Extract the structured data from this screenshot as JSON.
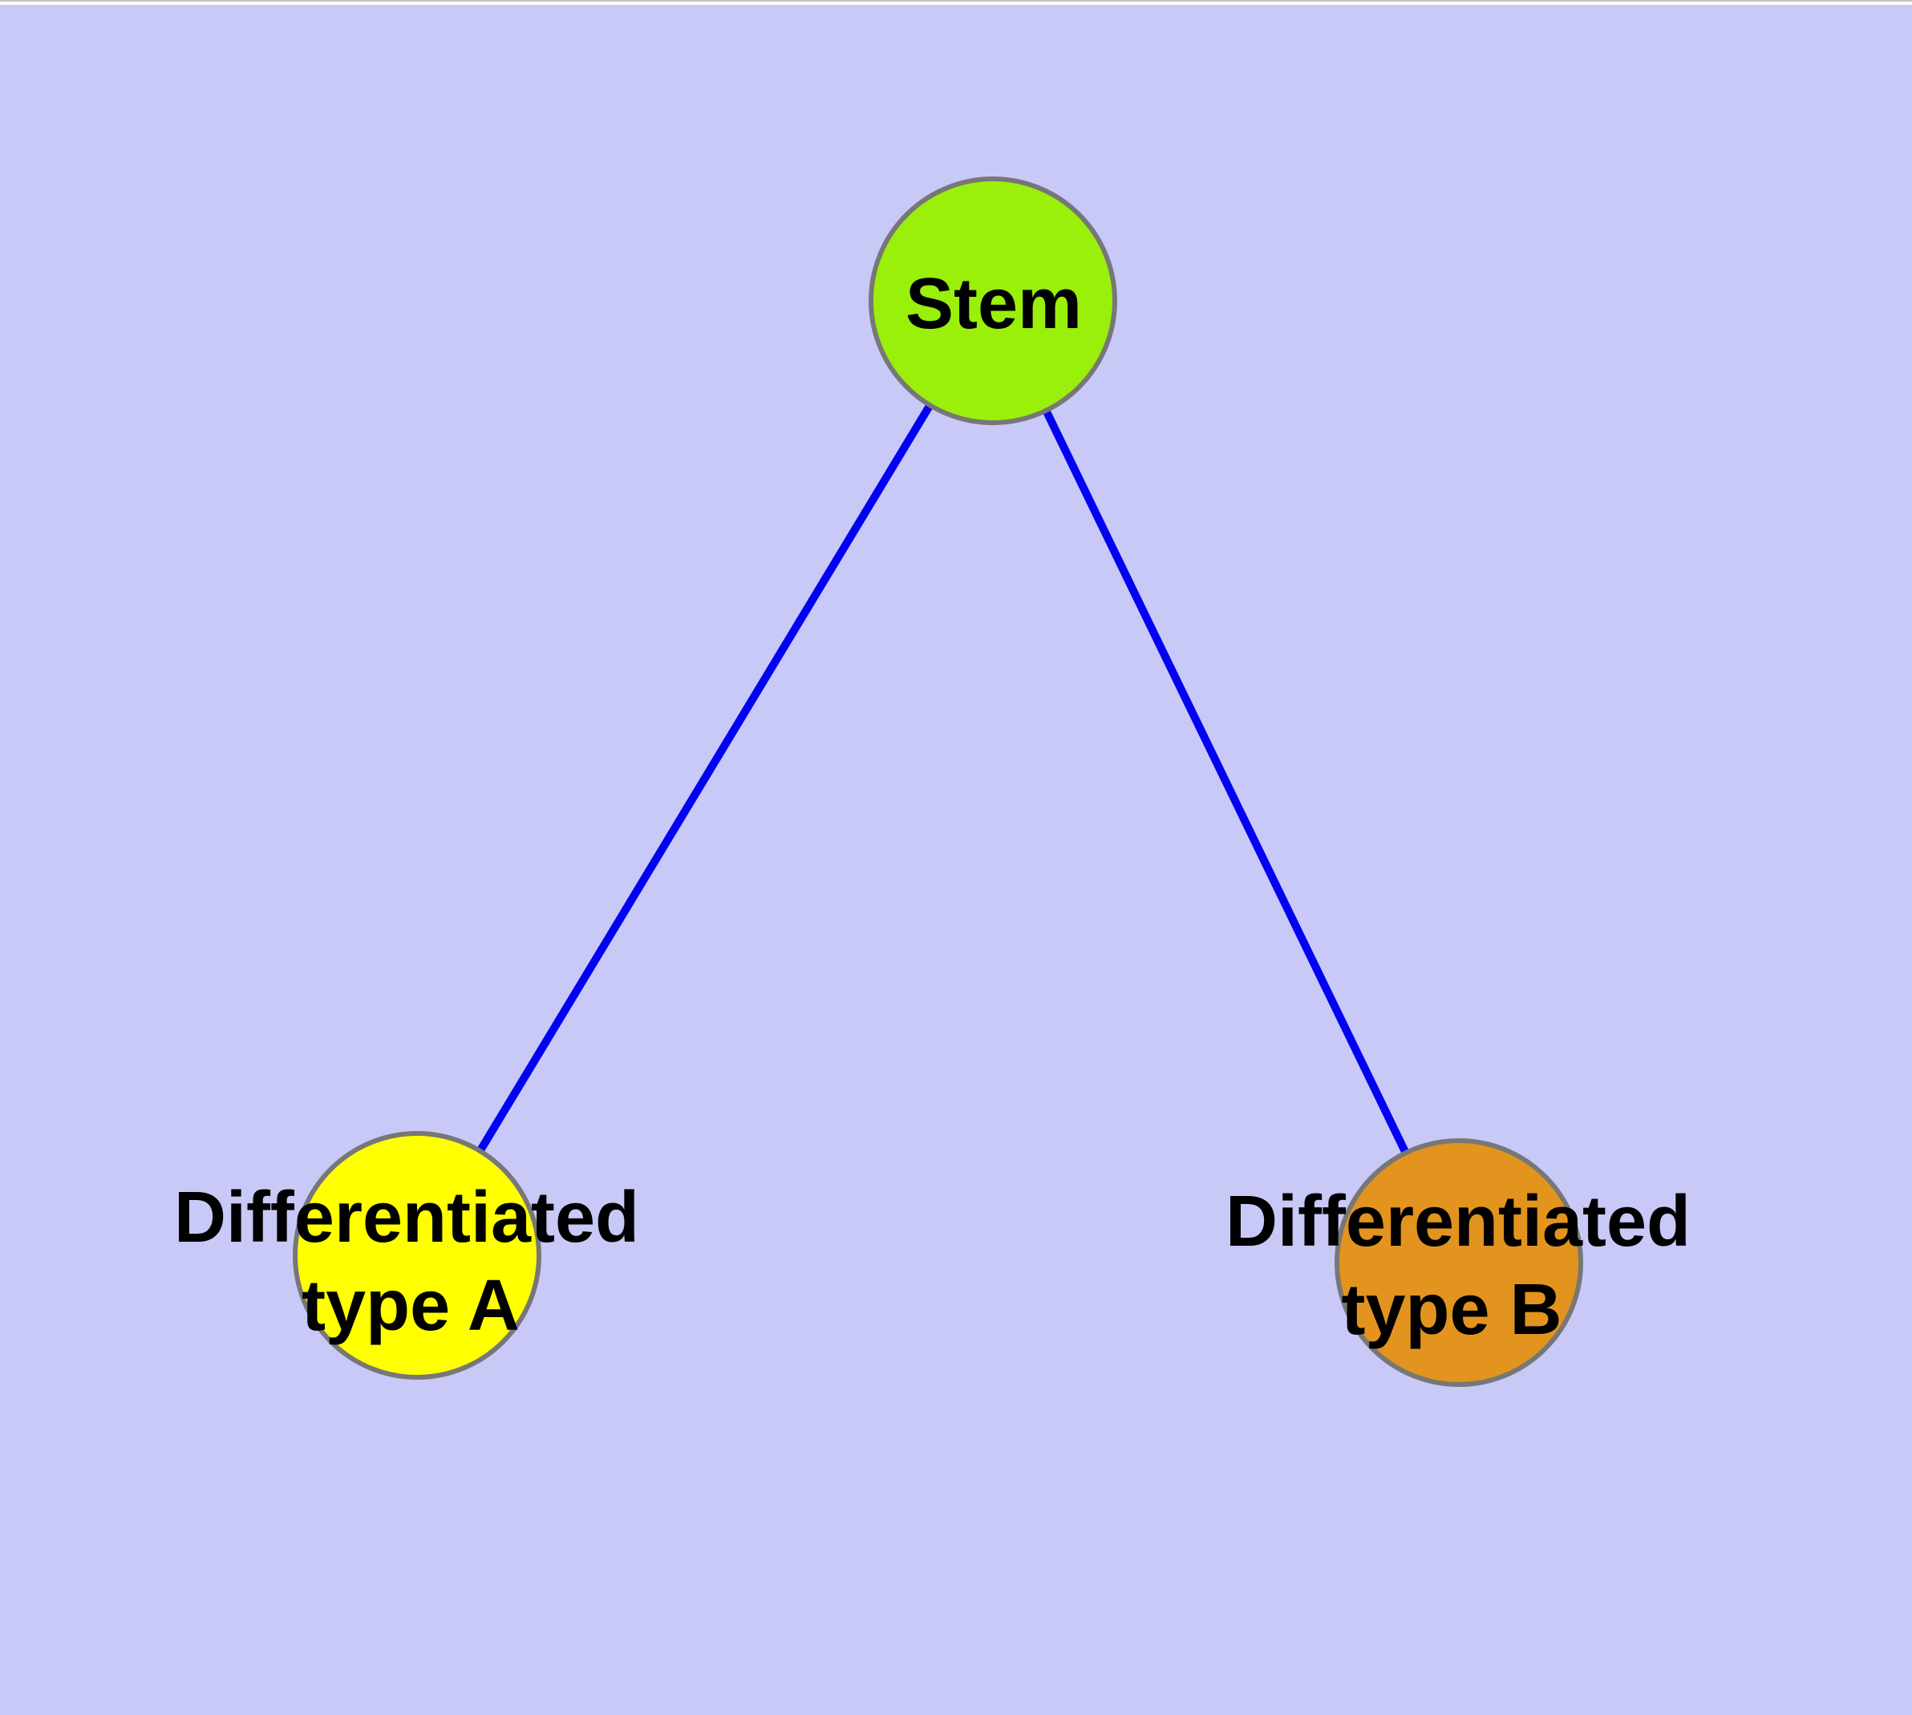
{
  "background": {
    "color": "#c9c9f8",
    "top_strip_color": "#ffffff",
    "top_hairline_color": "#c2c2c2"
  },
  "style": {
    "node_border_color": "#777777",
    "text_color": "#000000"
  },
  "nodes": [
    {
      "id": "stem",
      "label": "Stem",
      "fill": "#9af00a"
    },
    {
      "id": "differentiated-type-a",
      "label_line1": "Differentiated",
      "label_line2": "type A",
      "fill": "#ffff00"
    },
    {
      "id": "differentiated-type-b",
      "label_line1": "Differentiated",
      "label_line2": "type B",
      "fill": "#e2941e"
    }
  ],
  "edges": [
    {
      "from": "stem",
      "to": "differentiated-type-a",
      "color": "#0202f2"
    },
    {
      "from": "stem",
      "to": "differentiated-type-b",
      "color": "#0202f2"
    }
  ]
}
